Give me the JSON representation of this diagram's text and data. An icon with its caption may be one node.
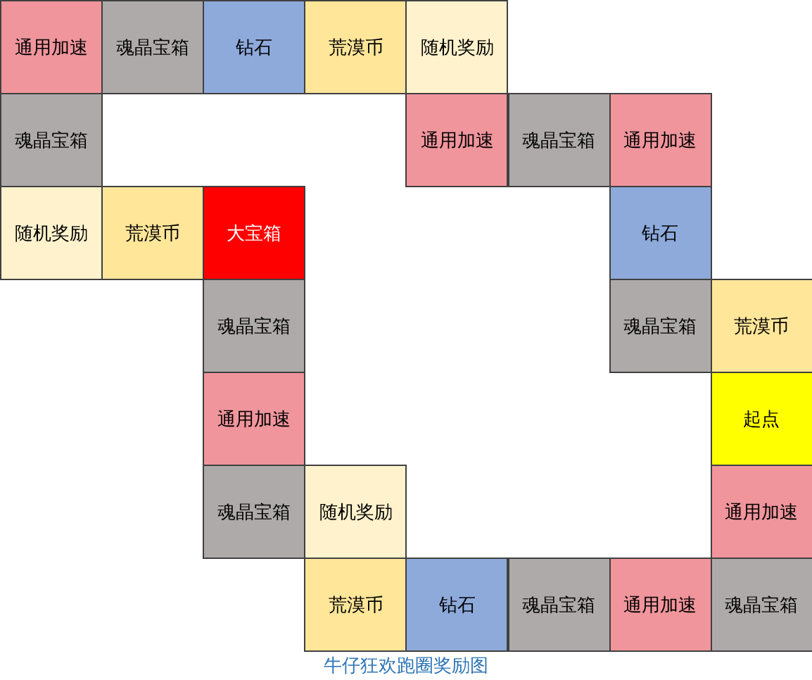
{
  "diagram": {
    "caption": "牛仔狂欢跑圈奖励图",
    "nodes": [
      {
        "text": [
          "通用加速"
        ]
      },
      {
        "text": [
          "魂晶宝箱"
        ]
      },
      {
        "text": [
          "钻石"
        ]
      },
      {
        "text": [
          "荒漠币"
        ]
      },
      {
        "text": [
          "随机奖励"
        ]
      },
      {
        "text": [
          "魂晶宝箱"
        ]
      },
      {
        "text": [
          "通用加速"
        ]
      },
      {
        "text": [
          "魂晶宝箱"
        ]
      },
      {
        "text": [
          "通用加速"
        ]
      },
      {
        "text": [
          "随机奖励"
        ]
      },
      {
        "text": [
          "荒漠币"
        ]
      },
      {
        "text": [
          "大宝箱"
        ]
      },
      {
        "text": [
          "钻石"
        ]
      },
      {
        "text": [
          "魂晶宝箱"
        ]
      },
      {
        "text": [
          "魂晶宝箱"
        ]
      },
      {
        "text": [
          "荒漠币"
        ]
      },
      {
        "text": [
          "通用加速"
        ]
      },
      {
        "text": [
          "起点"
        ]
      },
      {
        "text": [
          "魂晶宝箱"
        ]
      },
      {
        "text": [
          "随机奖励"
        ]
      },
      {
        "text": [
          "通用加速"
        ]
      },
      {
        "text": [
          "荒漠币"
        ]
      },
      {
        "text": [
          "钻石"
        ]
      },
      {
        "text": [
          "魂晶宝箱"
        ]
      },
      {
        "text": [
          "通用加速"
        ]
      },
      {
        "text": [
          "魂晶宝箱"
        ]
      }
    ]
  }
}
